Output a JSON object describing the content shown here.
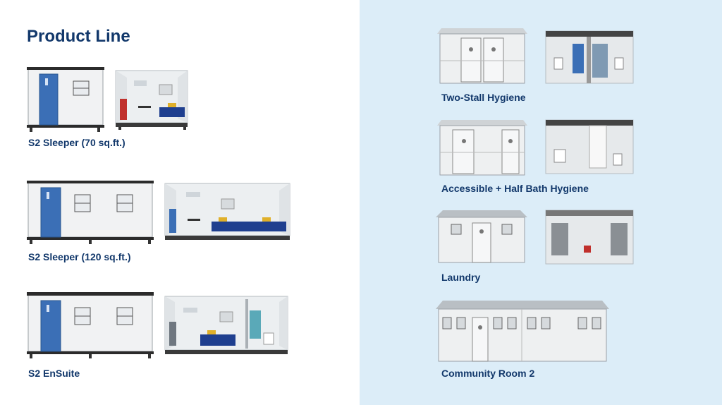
{
  "slide": {
    "title": "Product Line",
    "products": [
      {
        "label": "S2 Sleeper (70 sq.ft.)"
      },
      {
        "label": "S2 Sleeper (120 sq.ft.)"
      },
      {
        "label": "S2 EnSuite"
      },
      {
        "label": "Two-Stall Hygiene"
      },
      {
        "label": "Accessible + Half Bath Hygiene"
      },
      {
        "label": "Laundry"
      },
      {
        "label": "Community Room 2"
      }
    ]
  },
  "colors": {
    "title": "#12386b",
    "right_panel_bg": "#dcedf8",
    "door_blue": "#3b6fb6",
    "bed_blue": "#1f3f8f"
  }
}
